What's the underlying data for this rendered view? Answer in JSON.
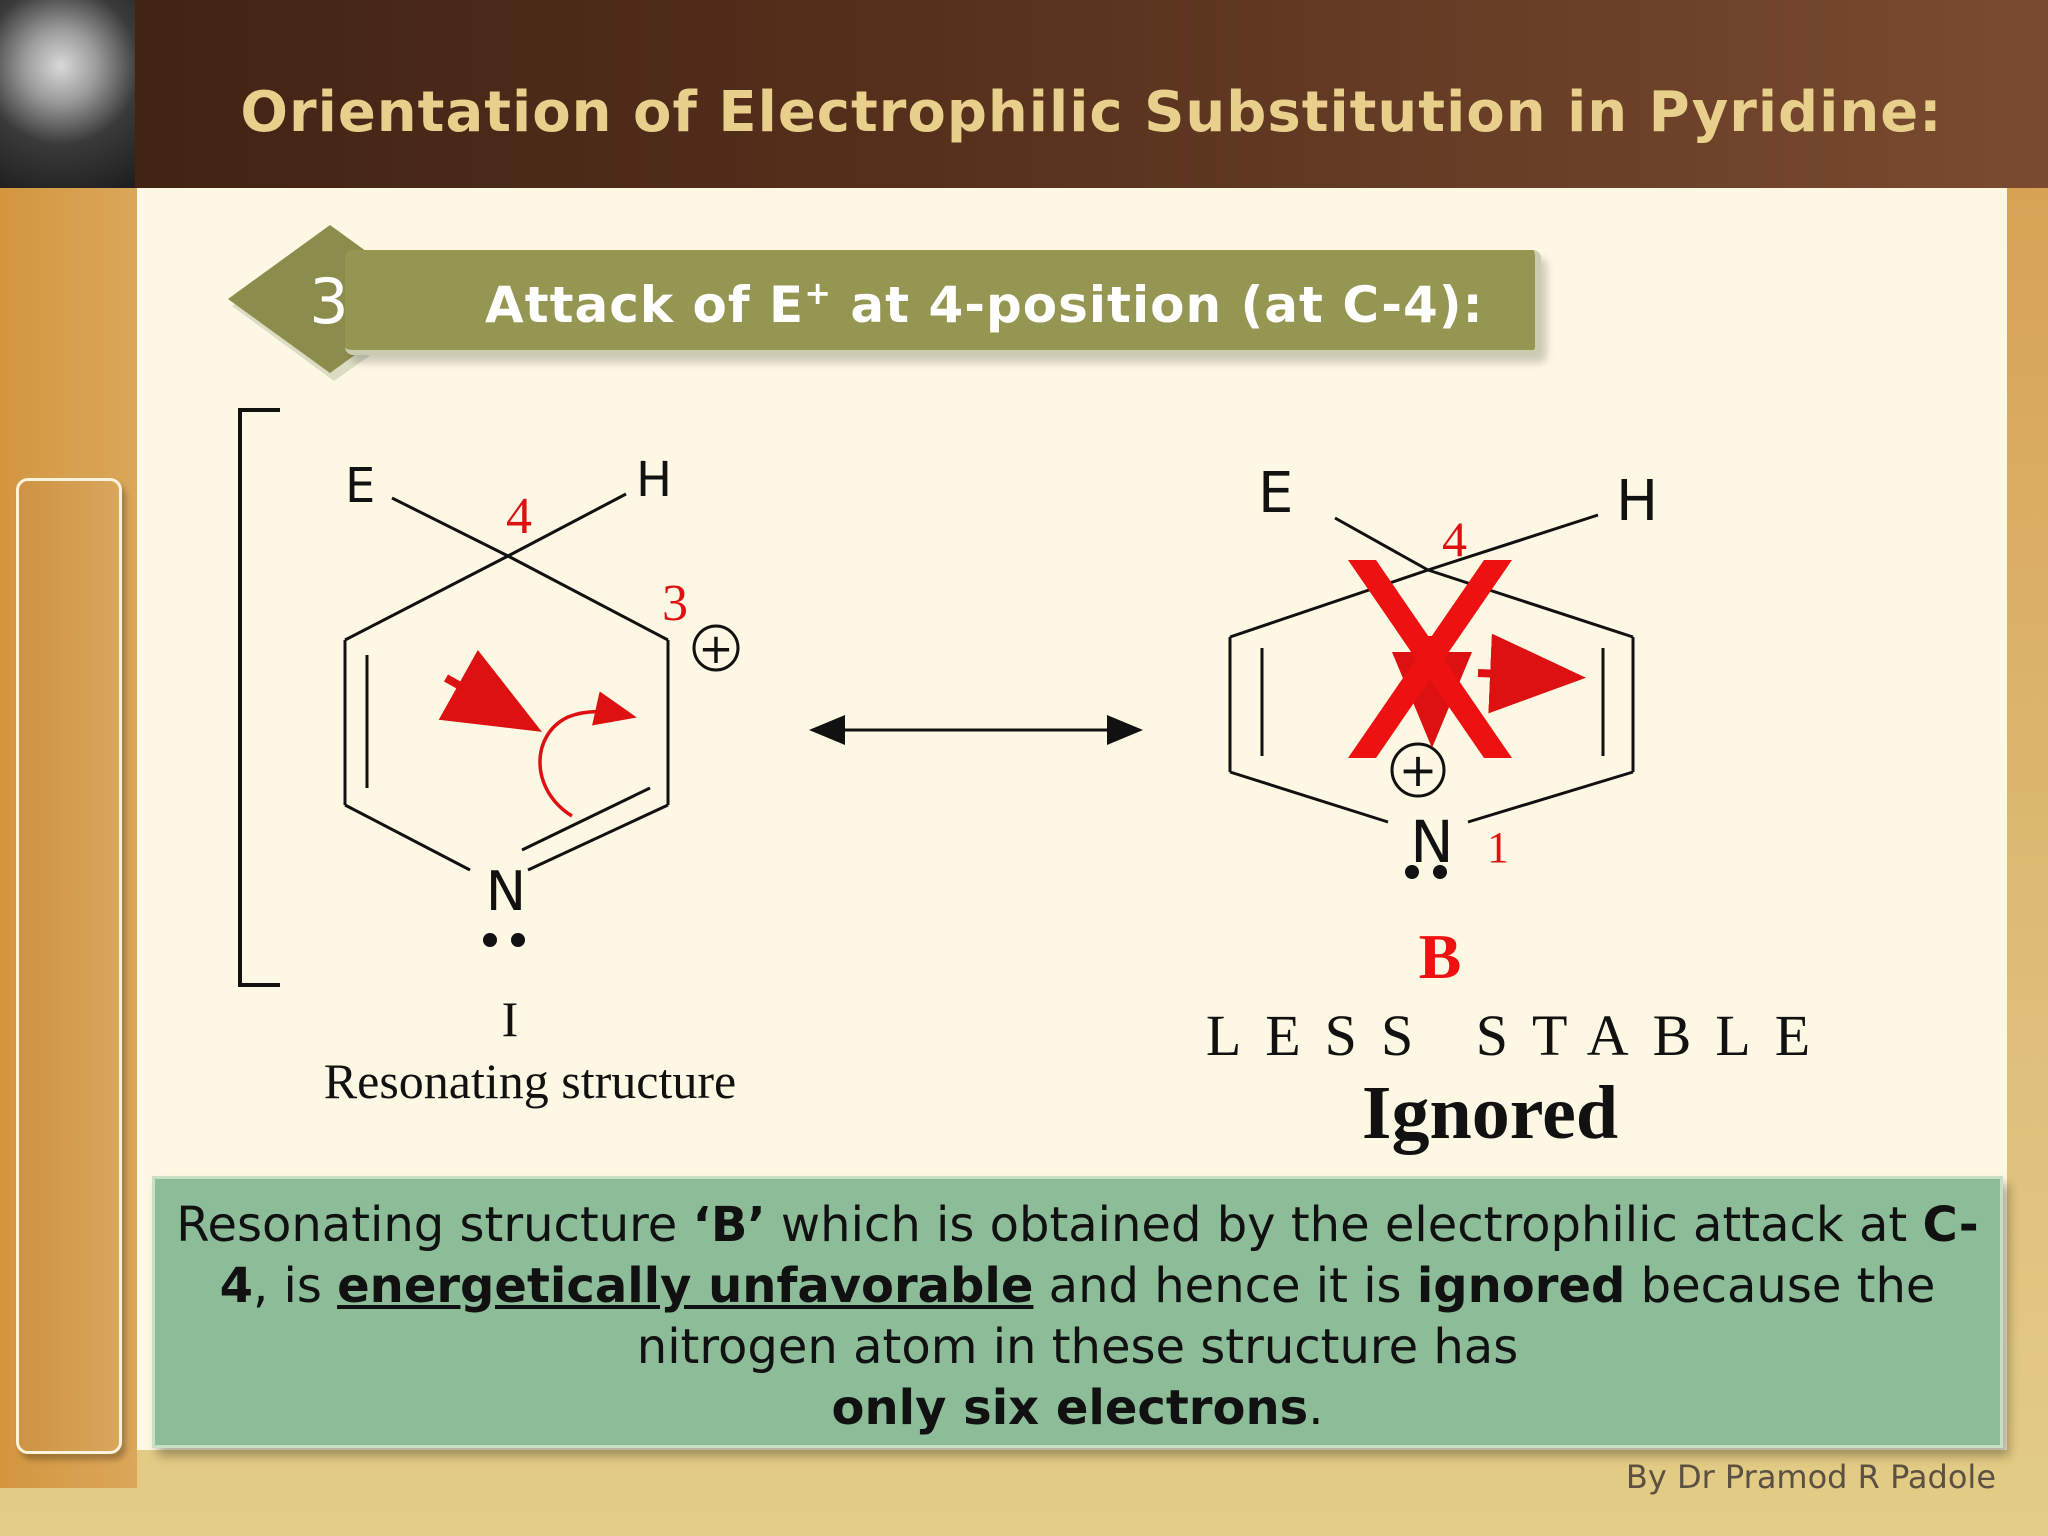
{
  "header": {
    "title": "Orientation of Electrophilic Substitution in Pyridine:"
  },
  "step": {
    "number": "3",
    "title_prefix": "Attack of E",
    "title_sup": "+",
    "title_suffix": " at 4-position (at C-4):"
  },
  "structure_i": {
    "label_e": "E",
    "label_h": "H",
    "pos_4": "4",
    "pos_3": "3",
    "charge": "+",
    "label_n": "N",
    "roman": "I",
    "caption": "Resonating structure"
  },
  "structure_b": {
    "label_e": "E",
    "label_h": "H",
    "pos_4": "4",
    "pos_1": "1",
    "charge": "+",
    "label_n": "N",
    "name": "B",
    "stability": "LESS STABLE",
    "verdict": "Ignored"
  },
  "explanation": {
    "part1": "Resonating structure ",
    "part2": "‘B’",
    "part3": " which is obtained by the electrophilic attack at ",
    "part4": "C-4",
    "part5": ", is ",
    "part6": "energetically unfavorable",
    "part7": " and hence it is ",
    "part8": "ignored",
    "part9": " because the nitrogen atom in these structure has ",
    "part10": "only six electrons",
    "part11": "."
  },
  "footer": {
    "credit": "By Dr Pramod R Padole"
  },
  "colors": {
    "header_title": "#e8d08c",
    "banner": "#959652",
    "red_annotation": "#ee1111",
    "explanation_box": "#8cbc98"
  }
}
